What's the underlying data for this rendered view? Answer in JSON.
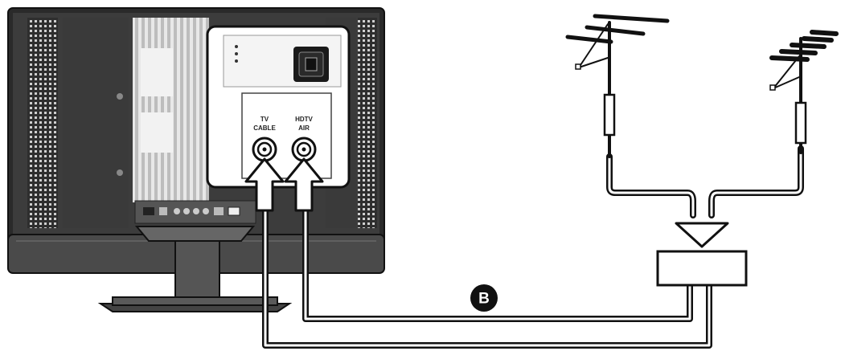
{
  "diagram": {
    "callout": {
      "label": "B"
    },
    "jacks": [
      {
        "line1": "TV",
        "line2": "CABLE"
      },
      {
        "line1": "HDTV",
        "line2": "AIR"
      }
    ]
  },
  "colors": {
    "ink": "#1a1a1a",
    "panel": "#ffffff",
    "tv_body": "#3b3b3b",
    "tv_grille": "#d9d9d9",
    "stand": "#4a4a4a"
  }
}
